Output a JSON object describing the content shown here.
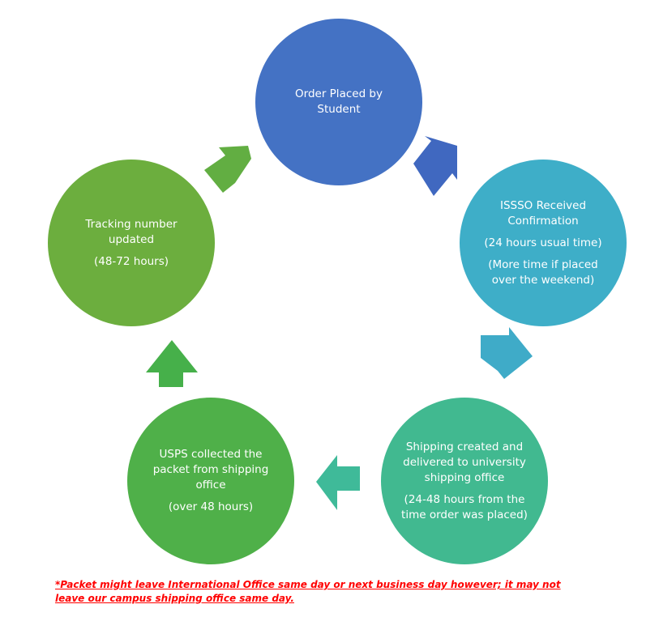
{
  "stages": [
    {
      "title": "Order Placed by Student",
      "details": [],
      "color": "#4472c4"
    },
    {
      "title": "ISSSO Received Confirmation",
      "details": [
        "(24 hours usual time)",
        "(More time if placed over the weekend)"
      ],
      "color": "#3eaec8"
    },
    {
      "title": "Shipping created and delivered to university shipping office",
      "details": [
        "(24-48 hours from the time order was placed)"
      ],
      "color": "#41b990"
    },
    {
      "title": "USPS collected the packet from shipping office",
      "details": [
        "(over 48 hours)"
      ],
      "color": "#4fb049"
    },
    {
      "title": "Tracking number updated",
      "details": [
        "(48-72 hours)"
      ],
      "color": "#6cae3e"
    }
  ],
  "arrows": [
    {
      "from": "Order Placed by Student",
      "to": "ISSSO Received Confirmation",
      "color": "#4068c0"
    },
    {
      "from": "ISSSO Received Confirmation",
      "to": "Shipping created and delivered to university shipping office",
      "color": "#3fabc8"
    },
    {
      "from": "Shipping created and delivered to university shipping office",
      "to": "USPS collected the packet from shipping office",
      "color": "#3fba99"
    },
    {
      "from": "USPS collected the packet from shipping office",
      "to": "Tracking number updated",
      "color": "#46b04a"
    },
    {
      "from": "Tracking number updated",
      "to": "Order Placed by Student",
      "color": "#62ae42"
    }
  ],
  "footnote": "*Packet might leave International Office same day or next business day however; it may not leave our campus shipping office same day."
}
